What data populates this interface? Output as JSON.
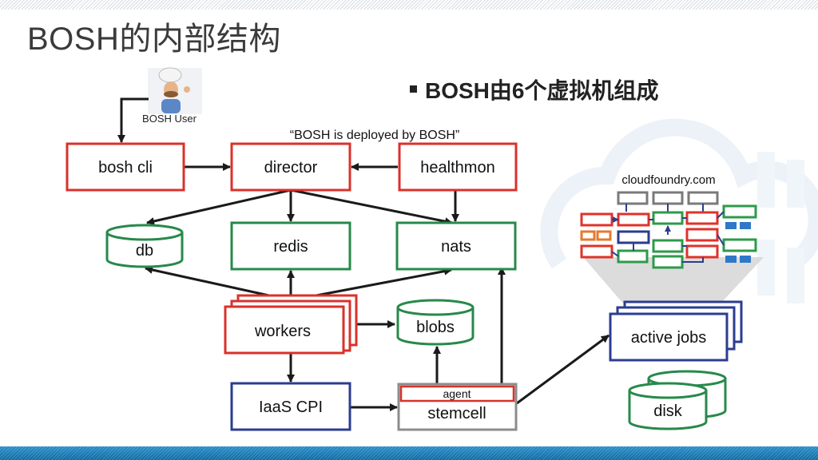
{
  "slide": {
    "title": "BOSH的内部结构",
    "bullet": "BOSH由6个虚拟机组成"
  },
  "diagram": {
    "caption": "“BOSH is deployed by BOSH”",
    "user_label": "BOSH User",
    "nodes": {
      "bosh_cli": "bosh cli",
      "director": "director",
      "healthmon": "healthmon",
      "db": "db",
      "redis": "redis",
      "nats": "nats",
      "workers": "workers",
      "blobs": "blobs",
      "iaas_cpi": "IaaS CPI",
      "agent": "agent",
      "stemcell": "stemcell",
      "active_jobs": "active jobs",
      "disk": "disk"
    },
    "cloudfoundry_label": "cloudfoundry.com"
  },
  "colors": {
    "red": "#d8322b",
    "green": "#27894a",
    "blue": "#2b3d8f",
    "gray": "#8c8c8c",
    "arrow": "#1a1a1a",
    "cf_red": "#e0322a",
    "cf_green": "#2e9a4a",
    "cf_blue": "#2f78c8",
    "cf_orange": "#e47a2c",
    "cf_navy": "#2e3b8c",
    "cf_gray": "#7a7a7a",
    "bottom_bar": "#1a7cb9"
  }
}
